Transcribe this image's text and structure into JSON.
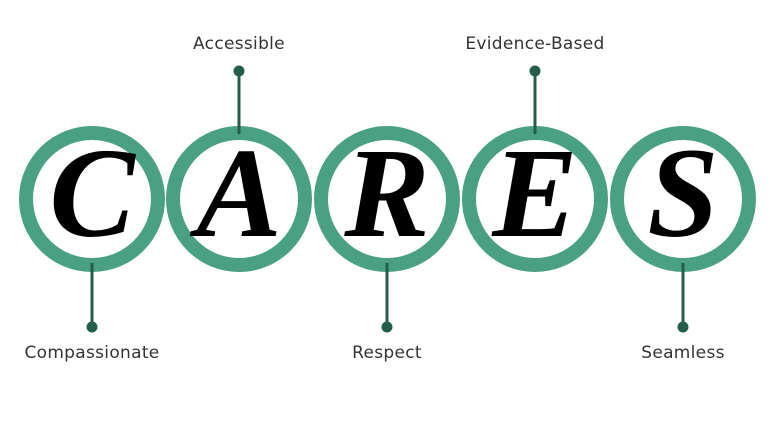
{
  "title": "CARES",
  "colors": {
    "ring": "#4aa083",
    "connector": "#245e4a",
    "letter": "#000000",
    "label": "#333333"
  },
  "items": [
    {
      "letter": "C",
      "label": "Compassionate",
      "label_position": "bottom"
    },
    {
      "letter": "A",
      "label": "Accessible",
      "label_position": "top"
    },
    {
      "letter": "R",
      "label": "Respect",
      "label_position": "bottom"
    },
    {
      "letter": "E",
      "label": "Evidence-Based",
      "label_position": "top"
    },
    {
      "letter": "S",
      "label": "Seamless",
      "label_position": "bottom"
    }
  ]
}
